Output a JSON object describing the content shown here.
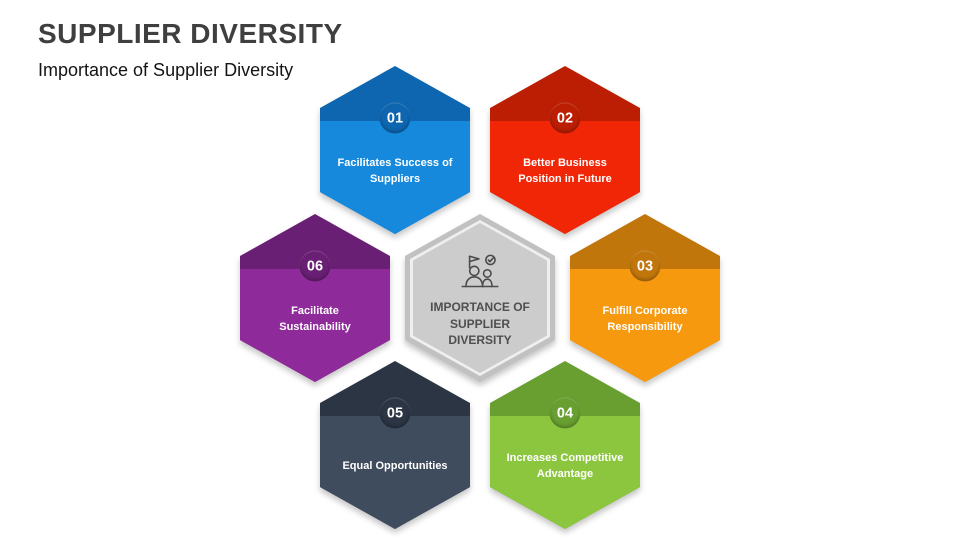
{
  "header": {
    "title": "SUPPLIER DIVERSITY",
    "subtitle": "Importance of Supplier Diversity"
  },
  "diagram": {
    "center": {
      "label": "IMPORTANCE OF SUPPLIER DIVERSITY",
      "icon": "people-goal-icon",
      "fill_outer": "#c1c1c1",
      "fill_inner": "#cccccc"
    },
    "items": [
      {
        "number": "01",
        "label": "Facilitates Success of Suppliers",
        "color": "#1689dc",
        "dark": "#0e66b0"
      },
      {
        "number": "02",
        "label": "Better Business Position in Future",
        "color": "#f02607",
        "dark": "#bc1e03"
      },
      {
        "number": "03",
        "label": "Fulfill Corporate Responsibility",
        "color": "#f7990f",
        "dark": "#c1760b"
      },
      {
        "number": "04",
        "label": "Increases Competitive Advantage",
        "color": "#8cc63f",
        "dark": "#689f30"
      },
      {
        "number": "05",
        "label": "Equal Opportunities",
        "color": "#3f4c5e",
        "dark": "#2b3543"
      },
      {
        "number": "06",
        "label": "Facilitate Sustainability",
        "color": "#8f2a9b",
        "dark": "#691f73"
      }
    ]
  }
}
